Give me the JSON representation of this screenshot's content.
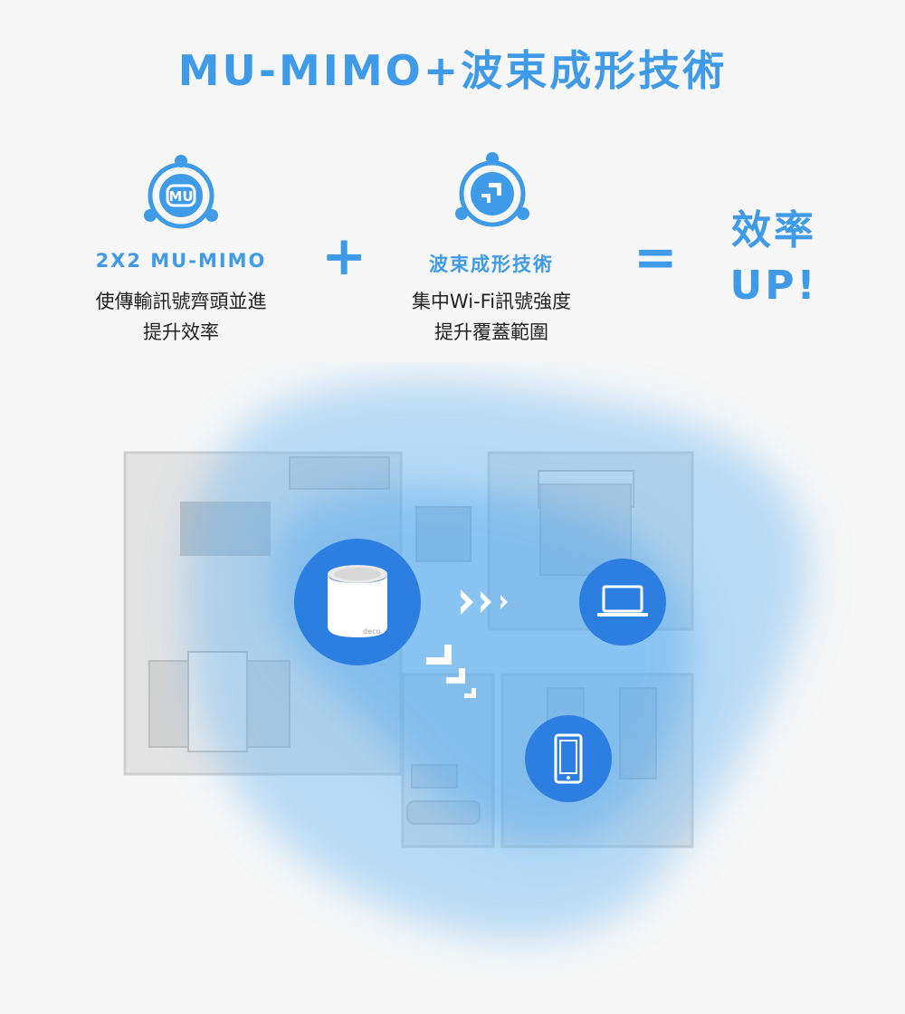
{
  "title": "MU-MIMO+波束成形技術",
  "features": [
    {
      "icon": "mu-mimo-icon",
      "icon_text": "MU",
      "label": "2X2 MU-MIMO",
      "desc_line1": "使傳輸訊號齊頭並進",
      "desc_line2": "提升效率"
    },
    {
      "icon": "beamforming-icon",
      "label": "波束成形技術",
      "desc_line1": "集中Wi-Fi訊號強度",
      "desc_line2": "提升覆蓋範圍"
    }
  ],
  "operators": {
    "plus": "+",
    "equals": "="
  },
  "result": {
    "line1": "效率",
    "line2": "UP!"
  },
  "floorplan": {
    "router_icon": "mesh-router-icon",
    "router_brand": "deco",
    "devices": [
      "laptop-icon",
      "smartphone-icon"
    ]
  },
  "colors": {
    "accent": "#3f9be8",
    "badge": "#2c7ee0",
    "background": "#f7f7f7"
  }
}
